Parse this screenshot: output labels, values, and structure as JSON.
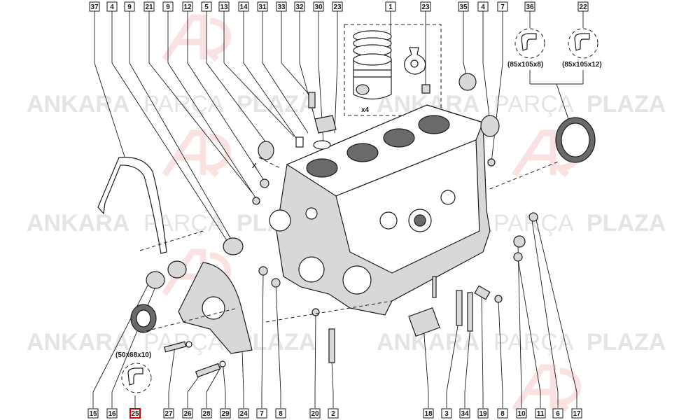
{
  "watermark": {
    "word1": "ANKARA",
    "word2": "PARÇA",
    "word3": "PLAZA"
  },
  "highlight_color": "#e00000",
  "callouts_top": [
    "37",
    "4",
    "9",
    "21",
    "9",
    "12",
    "5",
    "13",
    "14",
    "31",
    "33",
    "32",
    "30",
    "23",
    "1",
    "23",
    "35",
    "4",
    "7",
    "36",
    "22"
  ],
  "callouts_bottom": [
    "15",
    "16",
    "25",
    "27",
    "26",
    "28",
    "29",
    "24",
    "7",
    "8",
    "20",
    "2",
    "18",
    "3",
    "34",
    "19",
    "8",
    "10",
    "11",
    "6",
    "17"
  ],
  "highlighted_callout": "25",
  "seals": {
    "seal_36": "(85x105x8)",
    "seal_22": "(85x105x12)",
    "seal_25": "(50x68x10)"
  },
  "piston_qty": "x4",
  "axis_x_label": "X"
}
